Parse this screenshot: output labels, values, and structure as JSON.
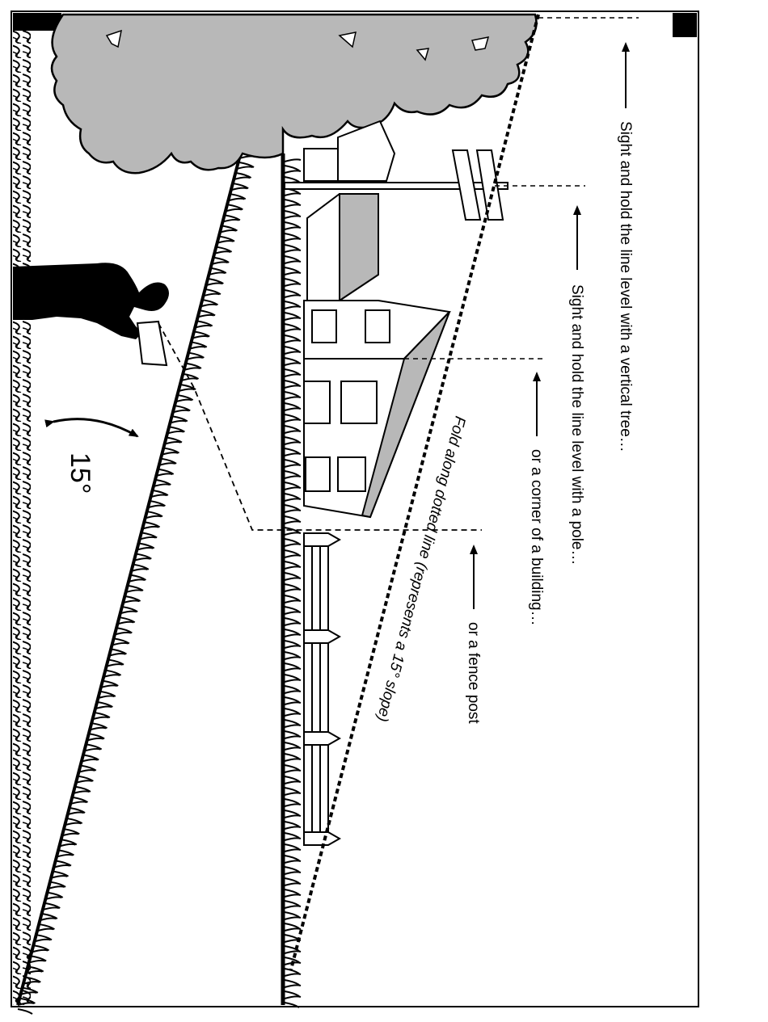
{
  "diagram": {
    "labels": {
      "tree": "Sight and hold the line level with a vertical tree…",
      "pole": "Sight and hold the line level with a pole…",
      "building": "or a corner of a building…",
      "fence": "or a fence post",
      "fold": "Fold along dotted line (represents a 15° slope)",
      "angle": "15°"
    },
    "angle_degrees": 15,
    "colors": {
      "ink": "#000000",
      "fill_gray": "#b8b8b8",
      "paper": "#ffffff"
    },
    "icons": [
      "tree-canopy-icon",
      "person-silhouette-icon",
      "house-icon",
      "utility-pole-icon",
      "fence-icon",
      "arrow-icon"
    ]
  }
}
